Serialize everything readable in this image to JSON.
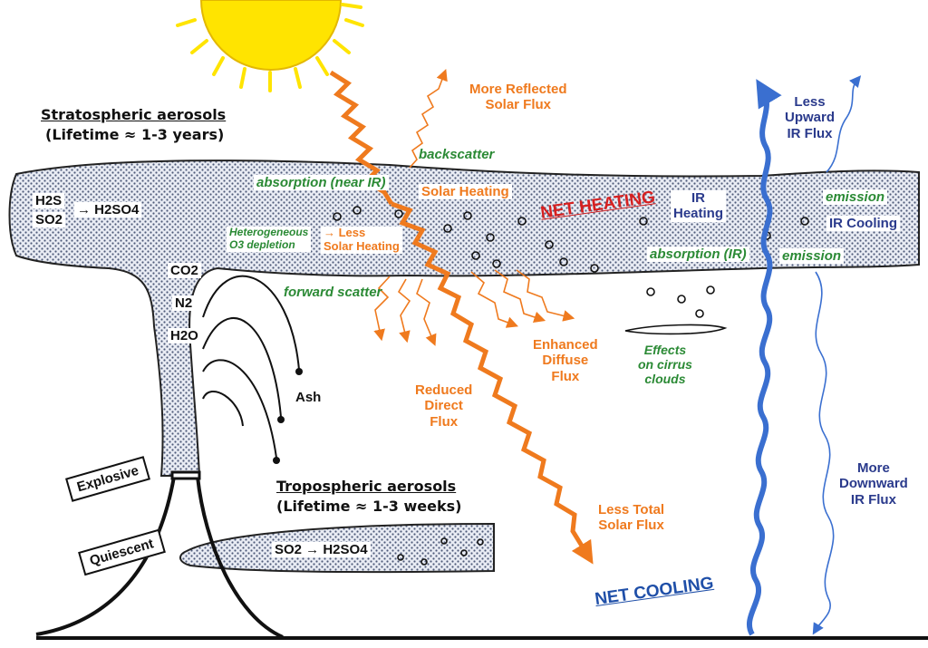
{
  "stratospheric": {
    "title": "Stratospheric aerosols",
    "lifetime": "(Lifetime ≈ 1-3 years)",
    "h2s": "H2S",
    "so2": "SO2",
    "arrow_h2so4": "→ H2SO4"
  },
  "tropospheric": {
    "title": "Tropospheric aerosols",
    "lifetime": "(Lifetime ≈ 1-3 weeks)",
    "reaction": "SO2 → H2SO4"
  },
  "volcano": {
    "co2": "CO2",
    "n2": "N2",
    "h2o": "H2O",
    "ash": "Ash",
    "explosive": "Explosive",
    "quiescent": "Quiescent"
  },
  "solar": {
    "more_reflected": "More Reflected\nSolar Flux",
    "backscatter": "backscatter",
    "absorption_near_ir": "absorption (near IR)",
    "solar_heating": "Solar Heating",
    "heterogeneous": "Heterogeneous\nO3 depletion",
    "less_solar_heating": "→ Less\nSolar Heating",
    "forward_scatter": "forward scatter",
    "enhanced_diffuse": "Enhanced\nDiffuse\nFlux",
    "reduced_direct": "Reduced\nDirect\nFlux",
    "less_total": "Less Total\nSolar Flux"
  },
  "infrared": {
    "net_heating": "NET HEATING",
    "ir_heating": "IR\nHeating",
    "absorption_ir": "absorption (IR)",
    "emission_upper": "emission",
    "emission_lower": "emission",
    "ir_cooling": "IR Cooling",
    "less_upward": "Less\nUpward\nIR Flux",
    "more_downward": "More\nDownward\nIR Flux",
    "cirrus": "Effects\non cirrus\nclouds",
    "net_cooling": "NET COOLING"
  },
  "colors": {
    "sun": "#ffe400",
    "solar": "#ef7a1e",
    "infrared": "#3a6fd0",
    "green_text": "#2b8a35",
    "net_heating": "#d62020",
    "net_cooling": "#1f4fa8",
    "aerosol_dots": "#5a6785"
  }
}
